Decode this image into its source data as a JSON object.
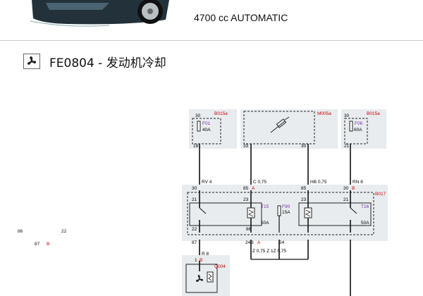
{
  "header": {
    "engine_text": "4700 cc AUTOMATIC",
    "title": "FE0804 - 发动机冷却"
  },
  "icons": {
    "title_icon": "fan-icon",
    "car_icon": "car-image"
  },
  "colors": {
    "ref_red": "#cc0000",
    "fuse_purple": "#7a2fa8",
    "box_fill": "#e8ecee"
  },
  "left_labels": {
    "l1": "86",
    "l2": "22",
    "l3": "87",
    "l4": "B"
  },
  "diagram": {
    "b015a_left": {
      "code": "B015a",
      "pin_top": "30",
      "pin_bottom": "18",
      "fuse": "F01",
      "amp": "40A"
    },
    "m005a": {
      "code": "M005a",
      "pin_left": "33",
      "pin_right": "30"
    },
    "b015a_right": {
      "code": "B015a",
      "pin_top": "30",
      "pin_bottom": "21",
      "fuse": "F06",
      "amp": "60A"
    },
    "wires": {
      "w1": "RV 4",
      "w2": "C 0,75",
      "w3": "HB 0,75",
      "w4": "RN 8",
      "w5": "R 8"
    },
    "b017": {
      "code": "B017",
      "pin_30a": "30",
      "pin_85a": "85",
      "pin_a": "A",
      "pin_85b": "85",
      "pin_30b": "30",
      "pin_b": "B",
      "pin_21a": "21",
      "pin_23a": "23",
      "pin_23b": "23",
      "pin_21b": "21",
      "pin_22": "22",
      "pin_86": "86",
      "pin_87": "87",
      "pin_24": "24",
      "pin_3": "3",
      "pin_a2": "A",
      "pin_24b": "24",
      "relay_left": "T15",
      "relay_left_amp": "50A",
      "fuse_mid": "F90",
      "fuse_mid_amp": "15A",
      "relay_right": "T16",
      "relay_right_amp": "50A",
      "bottom_wires": "Z 0,75 Z 1Z 0,75"
    },
    "q004": {
      "code": "Q004",
      "pin": "1",
      "pin_ref": "B"
    }
  }
}
